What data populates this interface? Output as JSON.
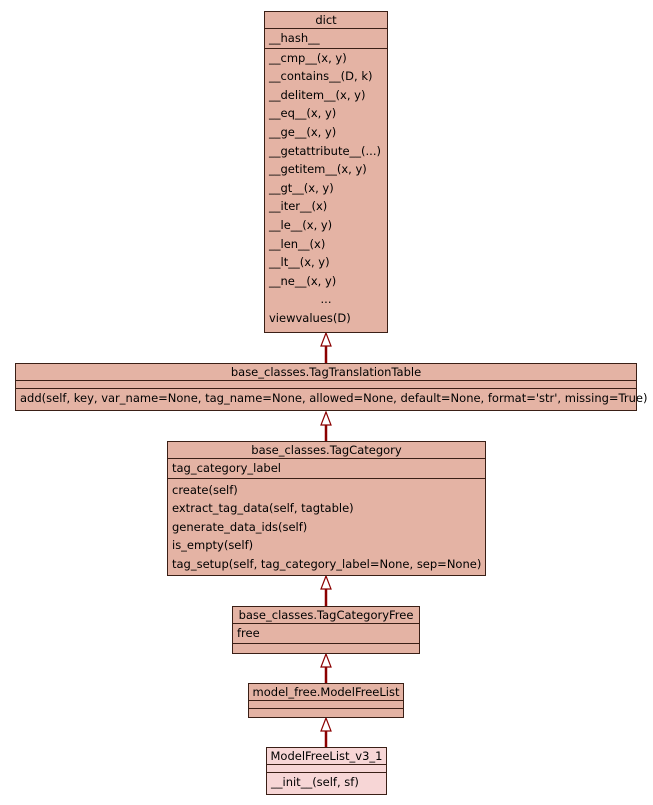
{
  "classes": {
    "dict": {
      "name": "dict",
      "attributes": [
        "__hash__"
      ],
      "methods": [
        "__cmp__(x, y)",
        "__contains__(D, k)",
        "__delitem__(x, y)",
        "__eq__(x, y)",
        "__ge__(x, y)",
        "__getattribute__(...)",
        "__getitem__(x, y)",
        "__gt__(x, y)",
        "__iter__(x)",
        "__le__(x, y)",
        "__len__(x)",
        "__lt__(x, y)",
        "__ne__(x, y)",
        "...",
        "viewvalues(D)"
      ]
    },
    "tag_translation_table": {
      "name": "base_classes.TagTranslationTable",
      "attributes": [],
      "methods": [
        "add(self, key, var_name=None, tag_name=None, allowed=None, default=None, format='str', missing=True)"
      ]
    },
    "tag_category": {
      "name": "base_classes.TagCategory",
      "attributes": [
        "tag_category_label"
      ],
      "methods": [
        "create(self)",
        "extract_tag_data(self, tagtable)",
        "generate_data_ids(self)",
        "is_empty(self)",
        "tag_setup(self, tag_category_label=None, sep=None)"
      ]
    },
    "tag_category_free": {
      "name": "base_classes.TagCategoryFree",
      "attributes": [
        "free"
      ],
      "methods": []
    },
    "model_free_list": {
      "name": "model_free.ModelFreeList",
      "attributes": [],
      "methods": []
    },
    "model_free_list_v3_1": {
      "name": "ModelFreeList_v3_1",
      "attributes": [],
      "methods": [
        "__init__(self, sf)"
      ]
    }
  },
  "colors": {
    "box_fill": "#e4b3a4",
    "leaf_fill": "#f7d6d6",
    "border": "#3a1f16",
    "edge": "#8b0000"
  }
}
